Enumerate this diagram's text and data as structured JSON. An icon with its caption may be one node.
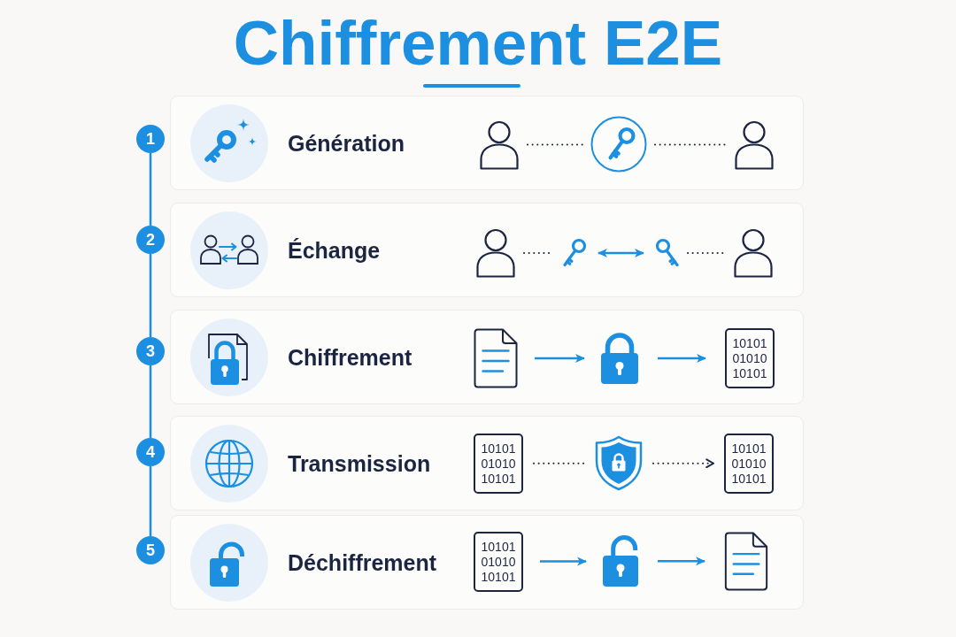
{
  "diagram": {
    "title": "Chiffrement E2E",
    "nodes": [
      {
        "text": [
          "1"
        ]
      },
      {
        "text": [
          "Génération"
        ]
      },
      {
        "text": [],
        "shape": "person",
        "in": 1
      },
      {
        "text": [],
        "shape": "circle",
        "in": 1
      },
      {
        "text": [],
        "shape": "person",
        "in": 1
      },
      {
        "text": [
          "2"
        ]
      },
      {
        "text": [
          "Échange"
        ]
      },
      {
        "text": [],
        "shape": "person",
        "in": 6
      },
      {
        "text": [],
        "shape": "key",
        "in": 6
      },
      {
        "text": [],
        "shape": "key",
        "in": 6
      },
      {
        "text": [],
        "shape": "person",
        "in": 6
      },
      {
        "text": [
          "3"
        ]
      },
      {
        "text": [
          "Chiffrement"
        ]
      },
      {
        "text": [],
        "shape": "document",
        "in": 12
      },
      {
        "text": [],
        "shape": "lock",
        "in": 12
      },
      {
        "text": [
          "10101 01010 10101"
        ],
        "in": 12
      },
      {
        "text": [
          "4"
        ]
      },
      {
        "text": [
          "Transmission"
        ]
      },
      {
        "text": [
          "10101 01010 10101"
        ],
        "in": 17
      },
      {
        "text": [],
        "shape": "shield",
        "in": 17
      },
      {
        "text": [
          "10101 01010 10101"
        ],
        "in": 17
      },
      {
        "text": [
          "5"
        ]
      },
      {
        "text": [
          "Déchiffrement"
        ]
      },
      {
        "text": [
          "10101 01010 10101"
        ],
        "in": 22
      },
      {
        "text": [],
        "shape": "lock",
        "in": 22
      },
      {
        "text": [],
        "shape": "document",
        "in": 22
      }
    ],
    "edges": [
      {
        "from": 0,
        "to": 5,
        "arrow": "none"
      },
      {
        "from": 5,
        "to": 11,
        "arrow": "none"
      },
      {
        "from": 11,
        "to": 16,
        "arrow": "none"
      },
      {
        "from": 16,
        "to": 21,
        "arrow": "none"
      },
      {
        "from": 2,
        "to": 3,
        "arrow": "none",
        "style": "dashed",
        "color": "#1c2541"
      },
      {
        "from": 3,
        "to": 4,
        "arrow": "none",
        "style": "dashed",
        "color": "#1c2541"
      },
      {
        "from": 7,
        "to": 8,
        "arrow": "none",
        "style": "dashed",
        "color": "#1c2541"
      },
      {
        "from": 8,
        "to": 9,
        "arrow": "both"
      },
      {
        "from": 9,
        "to": 10,
        "arrow": "none",
        "style": "dashed",
        "color": "#1c2541"
      },
      {
        "from": 13,
        "to": 14,
        "arrow": "to"
      },
      {
        "from": 14,
        "to": 15,
        "arrow": "to"
      },
      {
        "from": 18,
        "to": 19,
        "arrow": "none",
        "style": "dashed",
        "color": "#1c2541"
      },
      {
        "from": 19,
        "to": 20,
        "arrow": "to",
        "style": "dashed",
        "color": "#1c2541"
      },
      {
        "from": 23,
        "to": 24,
        "arrow": "to"
      },
      {
        "from": 24,
        "to": 25,
        "arrow": "to"
      }
    ]
  }
}
